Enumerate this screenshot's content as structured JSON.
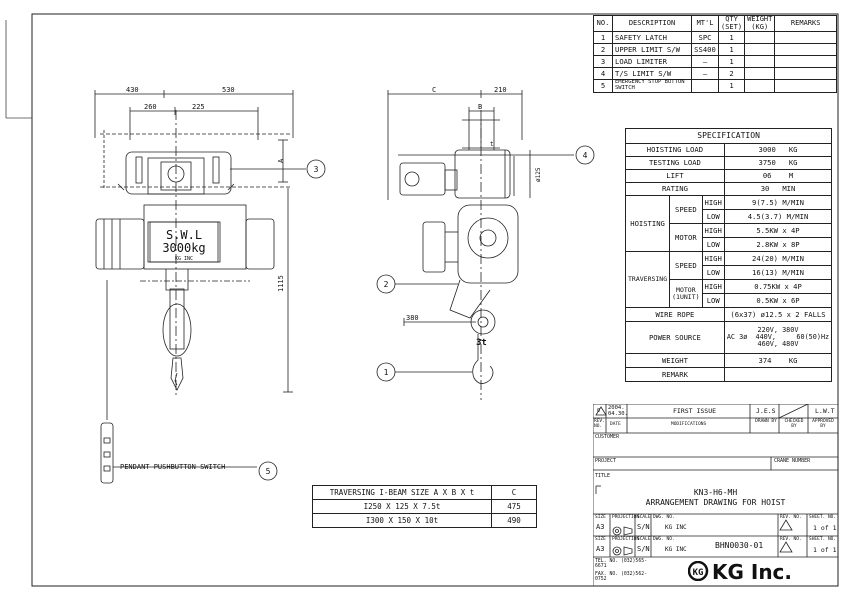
{
  "bom": {
    "headers": [
      "NO.",
      "DESCRIPTION",
      "MT'L",
      "QTY (SET)",
      "WEIGHT (KG)",
      "REMARKS"
    ],
    "rows": [
      {
        "no": "1",
        "desc": "SAFETY LATCH",
        "mtl": "SPC",
        "qty": "1"
      },
      {
        "no": "2",
        "desc": "UPPER LIMIT S/W",
        "mtl": "SS400",
        "qty": "1"
      },
      {
        "no": "3",
        "desc": "LOAD LIMITER",
        "mtl": "—",
        "qty": "1"
      },
      {
        "no": "4",
        "desc": "T/S LIMIT S/W",
        "mtl": "—",
        "qty": "2"
      },
      {
        "no": "5",
        "desc": "EMERGENCY STOP BUTTON SWITCH",
        "mtl": "",
        "qty": "1"
      }
    ]
  },
  "spec": {
    "title": "SPECIFICATION",
    "hoisting_load": {
      "label": "HOISTING LOAD",
      "value": "3000",
      "unit": "KG"
    },
    "testing_load": {
      "label": "TESTING LOAD",
      "value": "3750",
      "unit": "KG"
    },
    "lift": {
      "label": "LIFT",
      "value": "06",
      "unit": "M"
    },
    "rating": {
      "label": "RATING",
      "value": "30",
      "unit": "MIN"
    },
    "hoisting": {
      "label": "HOISTING",
      "speed_label": "SPEED",
      "motor_label": "MOTOR",
      "speed_high": {
        "level": "HIGH",
        "value": "9(7.5)",
        "unit": "M/MIN"
      },
      "speed_low": {
        "level": "LOW",
        "value": "4.5(3.7)",
        "unit": "M/MIN"
      },
      "motor_high": {
        "level": "HIGH",
        "value": "5.5KW x 4P"
      },
      "motor_low": {
        "level": "LOW",
        "value": "2.8KW x 8P"
      }
    },
    "traversing": {
      "label": "TRAVERSING",
      "speed_label": "SPEED",
      "motor_label": "MOTOR (1UNIT)",
      "speed_high": {
        "level": "HIGH",
        "value": "24(20)",
        "unit": "M/MIN"
      },
      "speed_low": {
        "level": "LOW",
        "value": "16(13)",
        "unit": "M/MIN"
      },
      "motor_high": {
        "level": "HIGH",
        "value": "0.75KW x 4P"
      },
      "motor_low": {
        "level": "LOW",
        "value": "0.5KW x 6P"
      }
    },
    "wire_rope": {
      "label": "WIRE ROPE",
      "value": "(6x37) ø12.5 x 2 FALLS"
    },
    "power_source": {
      "label": "POWER SOURCE",
      "value_l1": "220V, 380V",
      "value_l2": "AC 3ø  440V,     60(50)Hz",
      "value_l3": "460V, 480V"
    },
    "weight": {
      "label": "WEIGHT",
      "value": "374",
      "unit": "KG"
    },
    "remark": {
      "label": "REMARK"
    }
  },
  "title_block": {
    "rev_mark": "0",
    "rev_date": "2004. 04.30.",
    "modification": "FIRST ISSUE",
    "drawn_by": "J.E.S",
    "approved_by": "L.W.T",
    "rev_label": "REV. NO.",
    "date_label": "DATE",
    "modifications_label": "MODIFICATIONS",
    "drawn_label": "DRAWN BY",
    "checked_label": "CHECKED BY",
    "approved_label": "APPROVED BY",
    "customer_label": "CUSTOMER",
    "project_label": "PROJECT",
    "crane_number_label": "CRANE NUMBER",
    "title_label": "TITLE",
    "title_line1": "KN3-H6-MH",
    "title_line2": "ARRANGEMENT DRAWING FOR HOIST",
    "size_label": "SIZE",
    "size": "A3",
    "projection_label": "PROJECTION",
    "scale_label": "SCALE",
    "scale": "S/N",
    "dwg_no_label": "DWG. NO.",
    "dwg_no_company": "KG INC",
    "dwg_no": "BHN0030-01",
    "revno_label": "REV. NO.",
    "sheetno_label": "SHEET. NO.",
    "sheet": "1 of 1",
    "tel": "TEL. NO. (032)565-6671",
    "fax": "FAX. NO. (032)562-0752",
    "company": "KG Inc."
  },
  "beam_table": {
    "header_left": "TRAVERSING I-BEAM SIZE A X B X t",
    "header_right": "C",
    "rows": [
      {
        "size": "I250 X 125 X 7.5t",
        "c": "475"
      },
      {
        "size": "I300 X 150 X 10t",
        "c": "490"
      }
    ]
  },
  "drawing": {
    "front_dims": [
      "430",
      "530",
      "260",
      "225",
      "1115",
      "A"
    ],
    "side_dims": [
      "C",
      "210",
      "B",
      "t",
      "ø125",
      "380"
    ],
    "swl_line1": "S.W.L",
    "swl_line2": "3000kg",
    "swl_line3": "KG INC",
    "hook_mark": "3t",
    "pendant_label": "PENDANT PUSHBUTTON SWITCH",
    "callouts": [
      "1",
      "2",
      "3",
      "4",
      "5"
    ]
  }
}
